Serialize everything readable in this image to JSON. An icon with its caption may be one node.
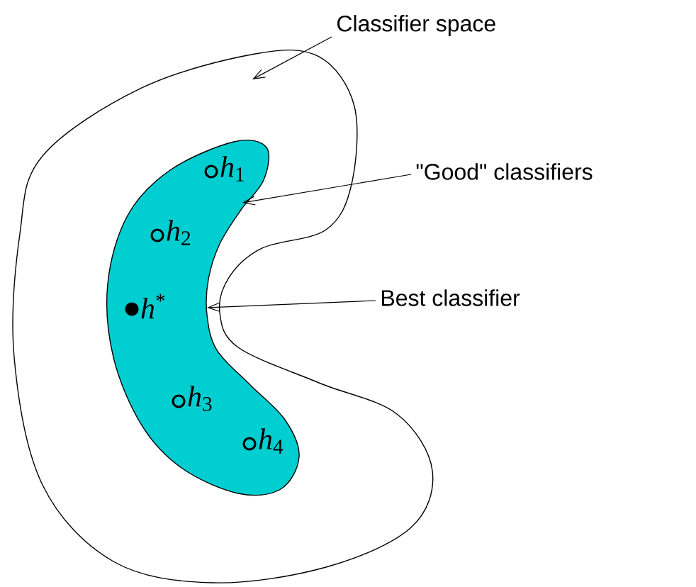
{
  "diagram": {
    "nodes": [
      {
        "text": [
          "Classifier space"
        ]
      },
      {
        "text": [],
        "shape": "blob"
      },
      {
        "text": [],
        "shape": "blob",
        "in": 1
      },
      {
        "text": [],
        "shape": "circle",
        "in": 2,
        "beside": [
          "*h*$_{1}$"
        ]
      },
      {
        "text": [],
        "shape": "circle",
        "in": 2,
        "beside": [
          "*h*$_{2}$"
        ]
      },
      {
        "text": [],
        "shape": "circle",
        "in": 2,
        "beside": [
          "*h*$^{*}$"
        ]
      },
      {
        "text": [],
        "shape": "circle",
        "in": 2,
        "beside": [
          "*h*$_{3}$"
        ]
      },
      {
        "text": [],
        "shape": "circle",
        "in": 2,
        "beside": [
          "*h*$_{4}$"
        ]
      },
      {
        "text": [
          "\"Good\" classifiers"
        ]
      },
      {
        "text": [
          "Best classifier"
        ]
      }
    ],
    "edges": [
      {
        "from": 0,
        "to": 1,
        "arrow": "to"
      },
      {
        "from": 8,
        "to": 2,
        "arrow": "to"
      },
      {
        "from": 9,
        "to": 2,
        "arrow": "to"
      }
    ]
  }
}
